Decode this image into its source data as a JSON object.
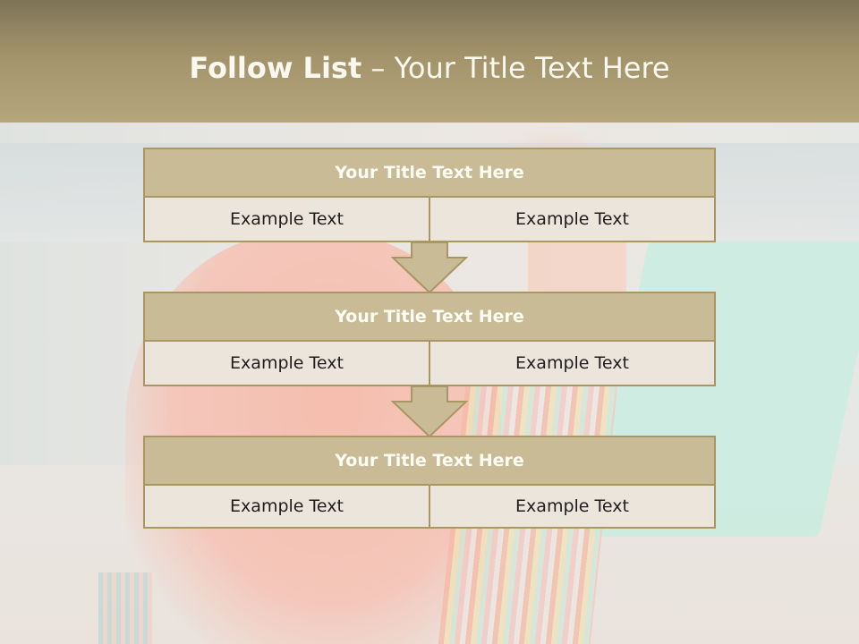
{
  "header": {
    "title_bold": "Follow List",
    "title_rest": " – Your Title Text Here"
  },
  "blocks": [
    {
      "title": "Your Title Text Here",
      "left": "Example Text",
      "right": "Example Text"
    },
    {
      "title": "Your Title Text Here",
      "left": "Example Text",
      "right": "Example Text"
    },
    {
      "title": "Your Title Text Here",
      "left": "Example Text",
      "right": "Example Text"
    }
  ],
  "colors": {
    "header": "#a2936b",
    "block_title_fill": "#c8bb95",
    "block_border": "#a89663",
    "cell_fill": "#ebe5dc"
  },
  "icons": [
    "down-arrow-icon",
    "down-arrow-icon"
  ]
}
